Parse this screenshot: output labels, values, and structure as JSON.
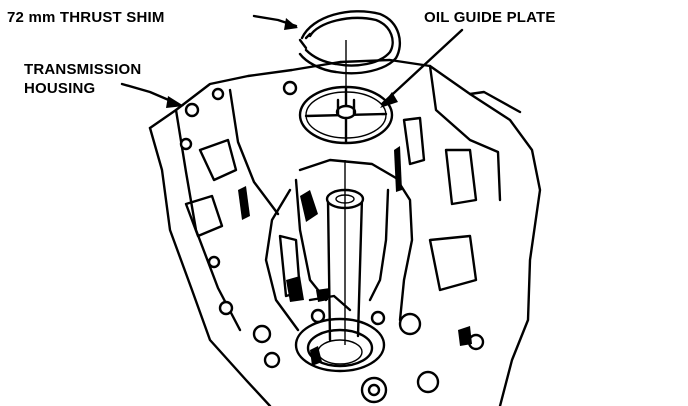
{
  "labels": {
    "thrust_shim": "72 mm THRUST SHIM",
    "oil_guide_plate": "OIL GUIDE PLATE",
    "housing_line1": "TRANSMISSION",
    "housing_line2": "HOUSING"
  },
  "colors": {
    "ink": "#000000",
    "paper": "#ffffff"
  }
}
